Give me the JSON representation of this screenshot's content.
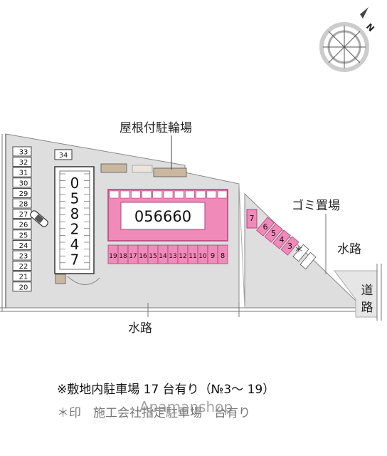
{
  "compass": {
    "north_label": "N",
    "icon": "compass-rose-icon"
  },
  "labels": {
    "roofed_bike_parking": "屋根付駐輪場",
    "garbage_area": "ゴミ置場",
    "waterway_right": "水路",
    "waterway_bottom": "水路",
    "road": "道路"
  },
  "left_parking_numbers": [
    "33",
    "32",
    "31",
    "30",
    "29",
    "28",
    "27",
    "26",
    "25",
    "24",
    "23",
    "22",
    "21",
    "20"
  ],
  "slot_34": "34",
  "vertical_building_text": [
    "0",
    "5",
    "8",
    "2",
    "4",
    "7"
  ],
  "building_code": "056660",
  "bottom_row_numbers": [
    "19",
    "18",
    "17",
    "16",
    "15",
    "14",
    "13",
    "12",
    "11",
    "10",
    "9",
    "8"
  ],
  "right_slot_7": "7",
  "diagonal_slots": [
    "6",
    "5",
    "4",
    "3"
  ],
  "notes": {
    "line1": "※敷地内駐車場 17 台有り（№3～ 19）",
    "line2": "＊印　施工会社指定駐車場　台有り"
  },
  "watermark": "Apamanshop",
  "colors": {
    "parking_pink": "#f08ab8",
    "parking_pink_border": "#b0407a",
    "ground_gray": "#dedede",
    "line_gray": "#888888"
  }
}
